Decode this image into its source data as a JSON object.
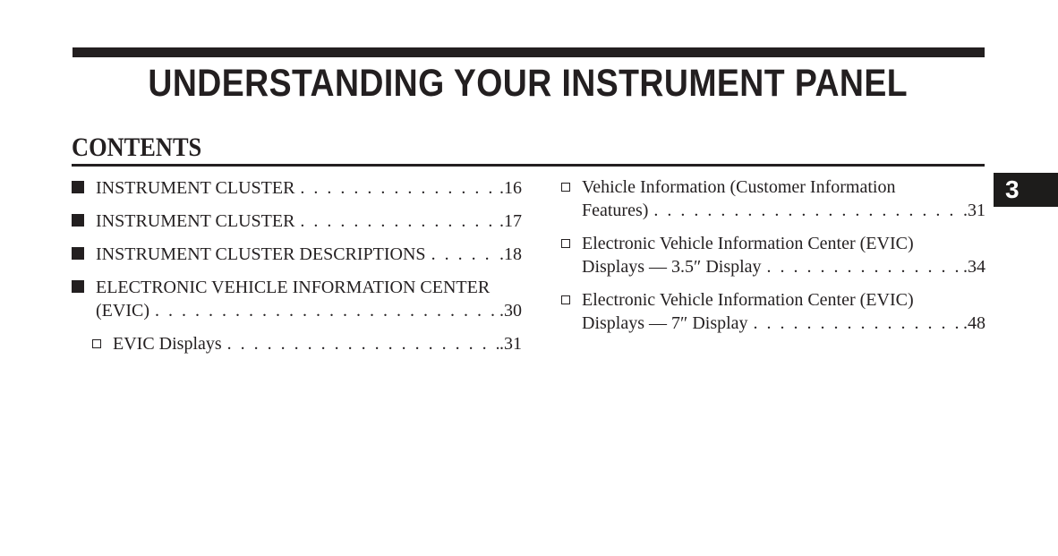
{
  "page": {
    "title": "UNDERSTANDING YOUR INSTRUMENT PANEL",
    "section_heading": "CONTENTS",
    "chapter_tab_label": "3",
    "colors": {
      "ink": "#231f20",
      "tab_bg": "#1d1c1b",
      "tab_text": "#ffffff",
      "background": "#ffffff"
    }
  },
  "toc": {
    "columns": {
      "left": [
        {
          "bullet": "filled-square",
          "indent": false,
          "lines": [
            "INSTRUMENT CLUSTER"
          ],
          "page_label": ".16"
        },
        {
          "bullet": "filled-square",
          "indent": false,
          "lines": [
            "INSTRUMENT CLUSTER"
          ],
          "page_label": ".17"
        },
        {
          "bullet": "filled-square",
          "indent": false,
          "lines": [
            "INSTRUMENT CLUSTER DESCRIPTIONS"
          ],
          "page_label": ".18"
        },
        {
          "bullet": "filled-square",
          "indent": false,
          "lines": [
            "ELECTRONIC VEHICLE INFORMATION CENTER",
            "(EVIC)"
          ],
          "page_label": ".30"
        },
        {
          "bullet": "hollow-square",
          "indent": true,
          "lines": [
            "EVIC Displays"
          ],
          "page_label": ".31"
        }
      ],
      "right": [
        {
          "bullet": "hollow-square",
          "indent": false,
          "lines": [
            "Vehicle Information (Customer Information",
            "Features)"
          ],
          "page_label": ".31"
        },
        {
          "bullet": "hollow-square",
          "indent": false,
          "lines": [
            "Electronic Vehicle Information Center (EVIC)",
            "Displays — 3.5″ Display"
          ],
          "page_label": ".34"
        },
        {
          "bullet": "hollow-square",
          "indent": false,
          "lines": [
            "Electronic Vehicle Information Center (EVIC)",
            "Displays — 7″ Display"
          ],
          "page_label": ".48"
        }
      ]
    }
  }
}
